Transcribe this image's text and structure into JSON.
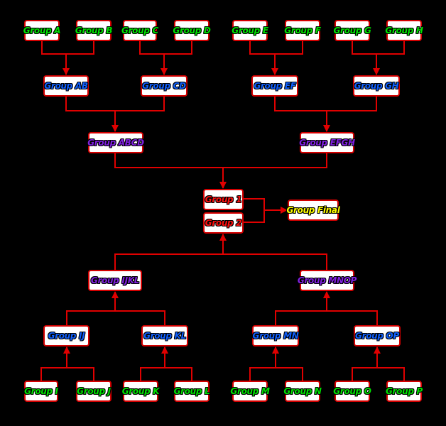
{
  "colors": {
    "line": "#e00000",
    "leaf_text": "#00e000",
    "pair_text": "#1060ff",
    "quad_text": "#8020e0",
    "semi_text": "#ff1010",
    "final_text": "#ffff00"
  },
  "nodes": {
    "a": "Group A",
    "b": "Group B",
    "c": "Group C",
    "d": "Group D",
    "e": "Group E",
    "f": "Group F",
    "g": "Group G",
    "h": "Group H",
    "i": "Group I",
    "j": "Group J",
    "k": "Group K",
    "l": "Group L",
    "m": "Group M",
    "n": "Group N",
    "o": "Group O",
    "p": "Group P",
    "ab": "Group AB",
    "cd": "Group CD",
    "ef": "Group EF",
    "gh": "Group GH",
    "ij": "Group IJ",
    "kl": "Group KL",
    "mn": "Group MN",
    "op": "Group OP",
    "abcd": "Group ABCD",
    "efgh": "Group EFGH",
    "ijkl": "Group IJKL",
    "mnop": "Group MNOP",
    "g1": "Group  1",
    "g2": "Group  2",
    "final": "Group Final"
  }
}
